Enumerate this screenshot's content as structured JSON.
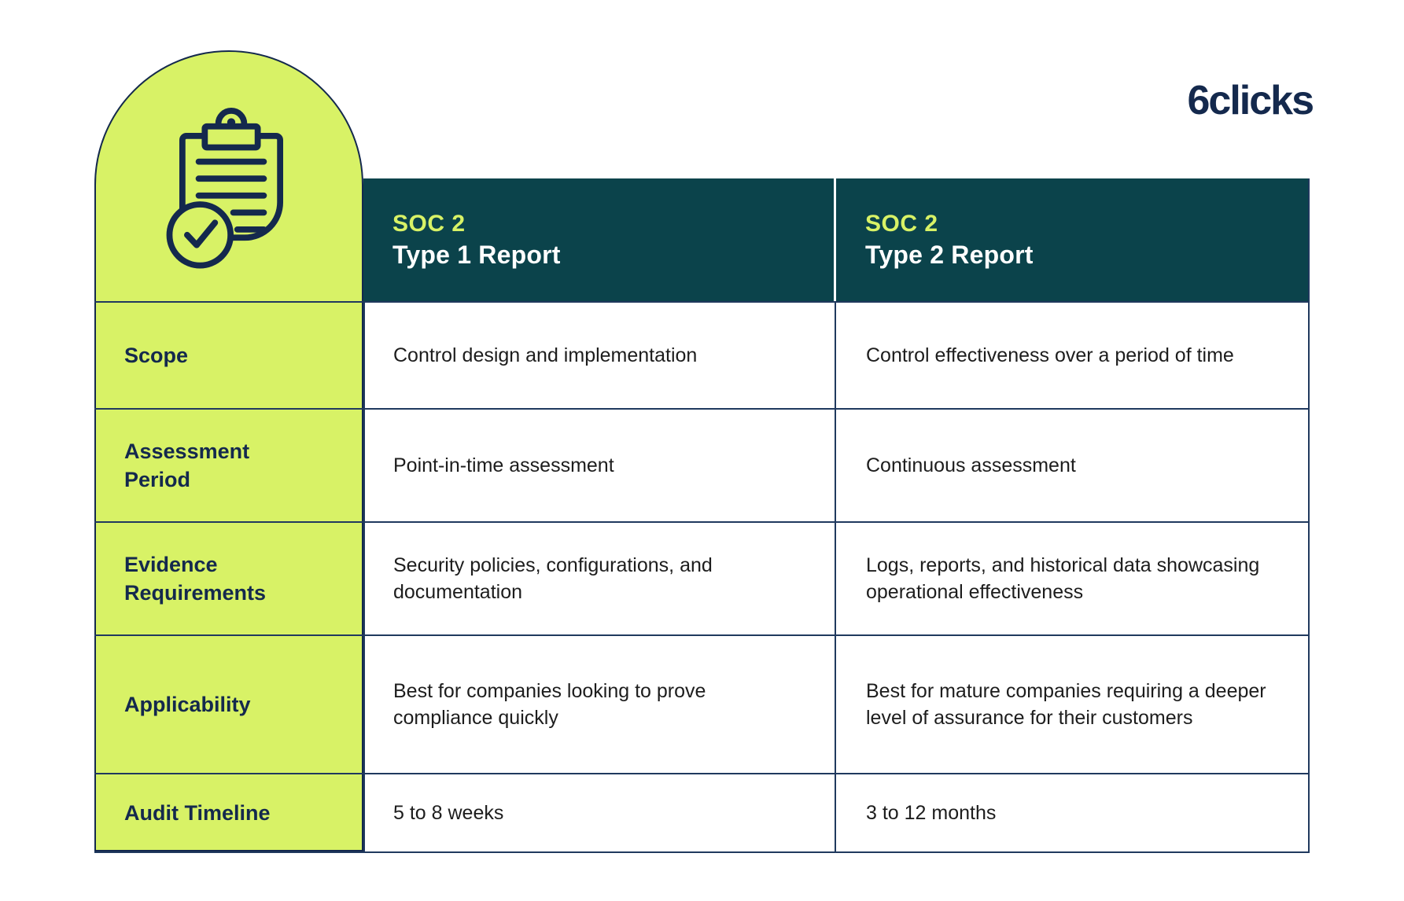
{
  "brand": {
    "logo_text": "6clicks"
  },
  "colors": {
    "lime": "#d8f266",
    "teal_header": "#0b434b",
    "navy": "#14294d",
    "grid_line": "#20395e",
    "header_accent_text": "#d8f266",
    "body_text": "#1d1d1d"
  },
  "icon": {
    "name": "clipboard-check-icon"
  },
  "table": {
    "headers": [
      {
        "badge": "SOC 2",
        "title": "Type 1 Report"
      },
      {
        "badge": "SOC 2",
        "title": "Type 2 Report"
      }
    ],
    "rows": [
      {
        "label": "Scope",
        "type1": "Control design and implementation",
        "type2": "Control effectiveness over a period of time"
      },
      {
        "label": "Assessment Period",
        "type1": "Point-in-time assessment",
        "type2": "Continuous assessment"
      },
      {
        "label": "Evidence Requirements",
        "type1": "Security policies, configurations, and documentation",
        "type2": "Logs, reports, and historical data showcasing operational effectiveness"
      },
      {
        "label": "Applicability",
        "type1": "Best for companies looking to prove compliance quickly",
        "type2": "Best for mature companies requiring a deeper level of assurance for their customers"
      },
      {
        "label": "Audit Timeline",
        "type1": "5 to 8 weeks",
        "type2": "3 to 12 months"
      }
    ]
  },
  "chart_data": {
    "type": "table",
    "title": "SOC 2 Type 1 Report vs SOC 2 Type 2 Report",
    "columns": [
      "",
      "SOC 2 Type 1 Report",
      "SOC 2 Type 2 Report"
    ],
    "rows": [
      [
        "Scope",
        "Control design and implementation",
        "Control effectiveness over a period of time"
      ],
      [
        "Assessment Period",
        "Point-in-time assessment",
        "Continuous assessment"
      ],
      [
        "Evidence Requirements",
        "Security policies, configurations, and documentation",
        "Logs, reports, and historical data showcasing operational effectiveness"
      ],
      [
        "Applicability",
        "Best for companies looking to prove compliance quickly",
        "Best for mature companies requiring a deeper level of assurance for their customers"
      ],
      [
        "Audit Timeline",
        "5 to 8 weeks",
        "3 to 12 months"
      ]
    ]
  }
}
